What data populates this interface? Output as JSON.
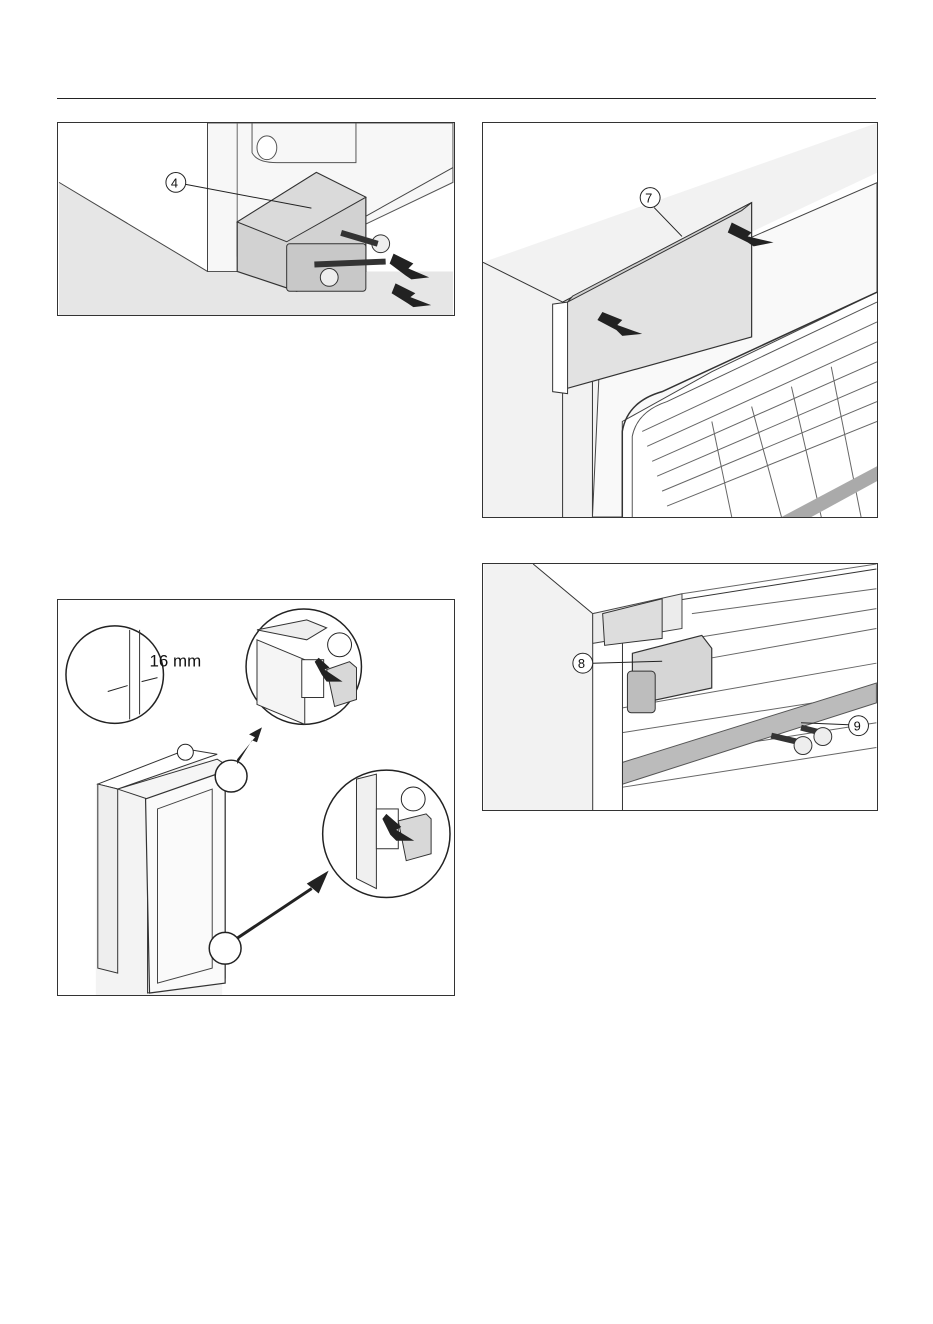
{
  "figures": {
    "cover_screws": {
      "callout": "4"
    },
    "top_panel": {
      "callout": "7"
    },
    "door_hinges": {
      "dimension": "16 mm"
    },
    "bracket": {
      "callout_bracket": "8",
      "callout_screws": "9"
    }
  }
}
